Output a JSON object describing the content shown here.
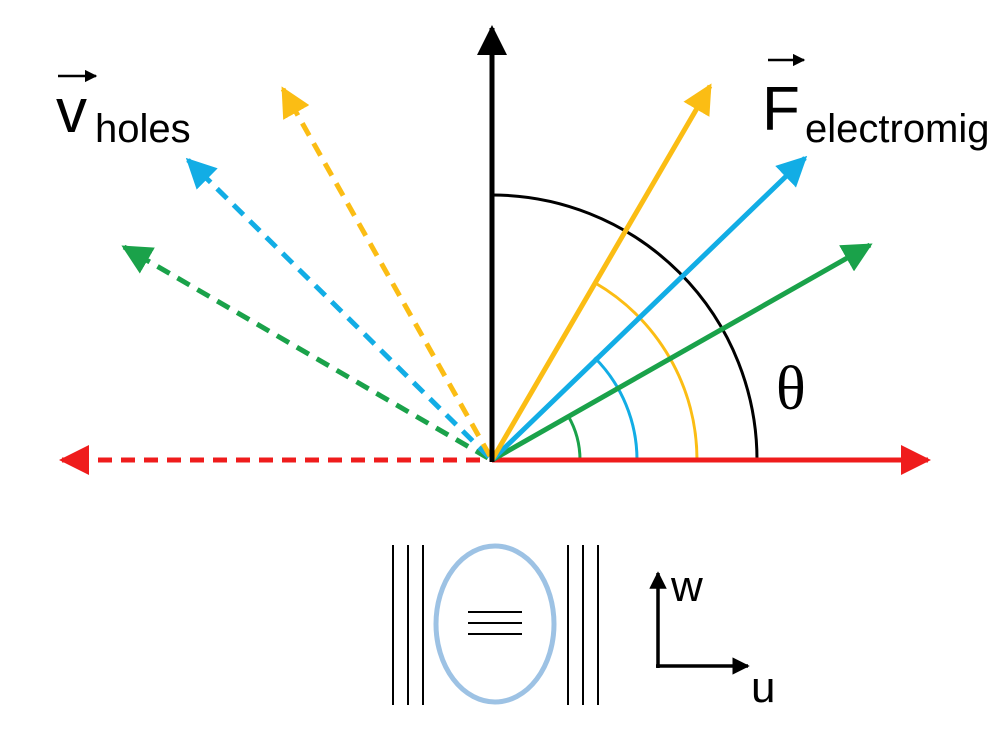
{
  "labels": {
    "v_main": "v",
    "v_sub": "holes",
    "f_main": "F",
    "f_sub": "electromig",
    "theta": "θ",
    "axis_w": "w",
    "axis_u": "u"
  },
  "colors": {
    "red": "#ef1c1c",
    "green": "#1aa24a",
    "blue": "#12ade5",
    "yellow": "#fbbd14",
    "black": "#000000",
    "hole_outline": "#9dc2e4"
  },
  "vector_angles_deg": {
    "green": 30,
    "blue": 45,
    "yellow": 60,
    "black": 90
  }
}
